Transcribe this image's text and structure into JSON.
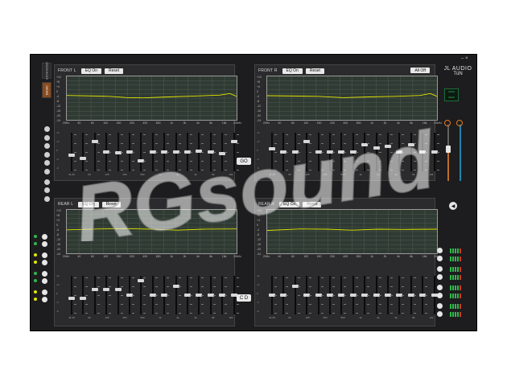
{
  "app": {
    "brand": "JL AUDIO",
    "model": "TüN",
    "window_controls": "–  ×"
  },
  "side_tabs": [
    "ADVANCED",
    "BASIC"
  ],
  "meter_readout": {
    "line1": "00:00",
    "line2": "00.00"
  },
  "link_buttons": {
    "top": "GO",
    "bottom": "C D"
  },
  "volume_icon": "speaker-icon",
  "watermark": "RGsound",
  "colors": {
    "curve": "#e3e600",
    "accent_orange": "#e07a1f",
    "accent_blue": "#2aa6e0",
    "green": "#2fb84e",
    "yellow_dot": "#e3e600"
  },
  "graph": {
    "y_ticks": [
      "+12",
      "+8",
      "+4",
      "0",
      "-4",
      "-8",
      "-12",
      "-16",
      "-20",
      "-24"
    ],
    "x_ticks": [
      "20Hz",
      "40",
      "60",
      "100",
      "150",
      "200",
      "400",
      "800",
      "1k",
      "2k",
      "4k",
      "8k",
      "16k",
      "20kHz"
    ]
  },
  "fader_bottom_labels": [
    "31.25",
    "63",
    "125",
    "250",
    "500",
    "1k",
    "2k",
    "4k",
    "8k",
    "16k"
  ],
  "quadrants": [
    {
      "label": "FRONT L",
      "eq": "EQ On",
      "reset": "Reset",
      "alloff": "",
      "curve": [
        [
          0,
          -3.8
        ],
        [
          0.25,
          -4.5
        ],
        [
          0.35,
          -5.5
        ],
        [
          0.45,
          -5.8
        ],
        [
          0.6,
          -5
        ],
        [
          0.75,
          -4.3
        ],
        [
          0.9,
          -3.5
        ],
        [
          0.96,
          -2.2
        ],
        [
          1,
          -4.5
        ]
      ],
      "faders": [
        0.58,
        0.68,
        0.2,
        0.5,
        0.52,
        0.5,
        0.74,
        0.5,
        0.5,
        0.5,
        0.5,
        0.48,
        0.5,
        0.54,
        0.2
      ]
    },
    {
      "label": "FRONT R",
      "eq": "EQ On",
      "reset": "Reset",
      "alloff": "All Off",
      "curve": [
        [
          0,
          -4
        ],
        [
          0.3,
          -4.5
        ],
        [
          0.45,
          -5.6
        ],
        [
          0.6,
          -5
        ],
        [
          0.75,
          -4.5
        ],
        [
          0.9,
          -3.8
        ],
        [
          0.96,
          -2.2
        ],
        [
          1,
          -4.5
        ]
      ],
      "faders": [
        0.4,
        0.5,
        0.5,
        0.2,
        0.5,
        0.5,
        0.5,
        0.5,
        0.3,
        0.38,
        0.35,
        0.5,
        0.3,
        0.5,
        0.5
      ]
    },
    {
      "label": "REAR L",
      "eq": "EQ On",
      "reset": "Reset",
      "alloff": "",
      "curve": [
        [
          0,
          -4.5
        ],
        [
          0.2,
          -3.8
        ],
        [
          0.35,
          -3.5
        ],
        [
          0.5,
          -4
        ],
        [
          0.65,
          -4.8
        ],
        [
          0.8,
          -4
        ],
        [
          1,
          -3.8
        ]
      ],
      "faders": [
        0.6,
        0.6,
        0.35,
        0.35,
        0.35,
        0.5,
        0.1,
        0.5,
        0.5,
        0.25,
        0.5,
        0.5,
        0.5,
        0.5,
        0.5
      ]
    },
    {
      "label": "REAR R",
      "eq": "EQ On",
      "reset": "Reset",
      "alloff": "",
      "curve": [
        [
          0,
          -5
        ],
        [
          0.2,
          -3.8
        ],
        [
          0.35,
          -4
        ],
        [
          0.5,
          -4.8
        ],
        [
          0.65,
          -4
        ],
        [
          0.8,
          -4.2
        ],
        [
          1,
          -4
        ]
      ],
      "faders": [
        0.5,
        0.5,
        0.25,
        0.5,
        0.5,
        0.5,
        0.5,
        0.5,
        0.5,
        0.5,
        0.5,
        0.5,
        0.5,
        0.5,
        0.5
      ]
    }
  ],
  "channel_rows": [
    {
      "dot": "#2fb84e"
    },
    {
      "dot": "#2fb84e"
    },
    {
      "dot": "#e3e600"
    },
    {
      "dot": "#e3e600"
    },
    {
      "dot": "#2fb84e"
    },
    {
      "dot": "#2fb84e"
    },
    {
      "dot": "#e3e600"
    },
    {
      "dot": "#e3e600"
    }
  ]
}
